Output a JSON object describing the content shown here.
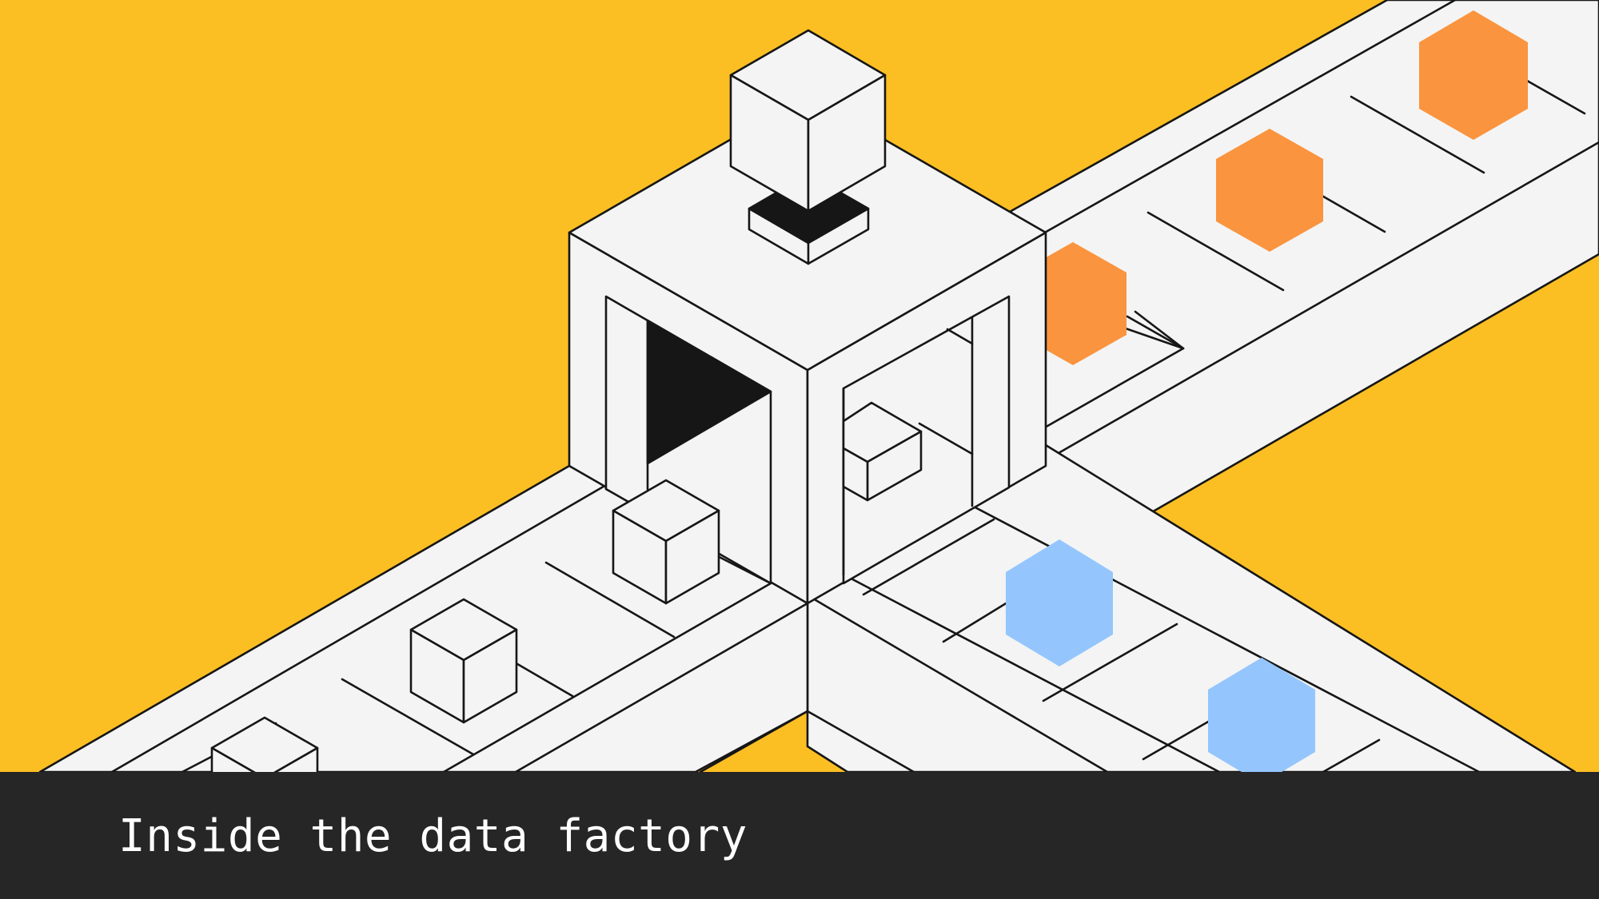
{
  "caption": "Inside the data factory",
  "colors": {
    "background": "#FBBF24",
    "surface": "#F4F4F4",
    "line": "#161616",
    "caption_bar": "#262626",
    "caption_text": "#FFFFFF",
    "orange_hexagon": "#FA943F",
    "blue_hexagon": "#94C6FD"
  },
  "illustration": {
    "subject": "isometric-data-factory",
    "items": {
      "input_cubes": 4,
      "output_orange_hexagons": 3,
      "output_blue_hexagons": 2
    }
  }
}
